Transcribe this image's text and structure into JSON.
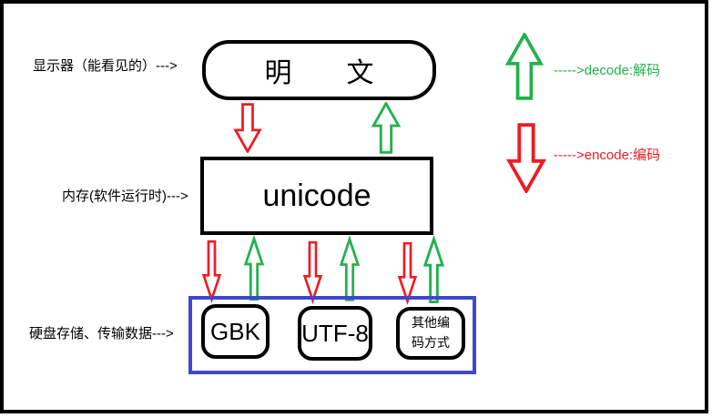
{
  "labels": {
    "display": "显示器（能看见的）--->",
    "memory": "内存(软件运行时)--->",
    "disk": "硬盘存储、传输数据--->"
  },
  "nodes": {
    "plaintext": "明　　文",
    "unicode": "unicode",
    "encodings": [
      "GBK",
      "UTF-8"
    ],
    "other_encoding": {
      "line1": "其他编",
      "line2": "码方式"
    }
  },
  "legend": {
    "decode_label": "----->decode:解码",
    "encode_label": "----->encode:编码"
  },
  "icons": {
    "up_arrow": "decode-arrow-icon",
    "down_arrow": "encode-arrow-icon"
  },
  "colors": {
    "decode_green": "#22b14c",
    "encode_red": "#ed1c24",
    "storage_group_blue": "#3f48cc",
    "outline_black": "#000000",
    "background": "#ffffff"
  }
}
